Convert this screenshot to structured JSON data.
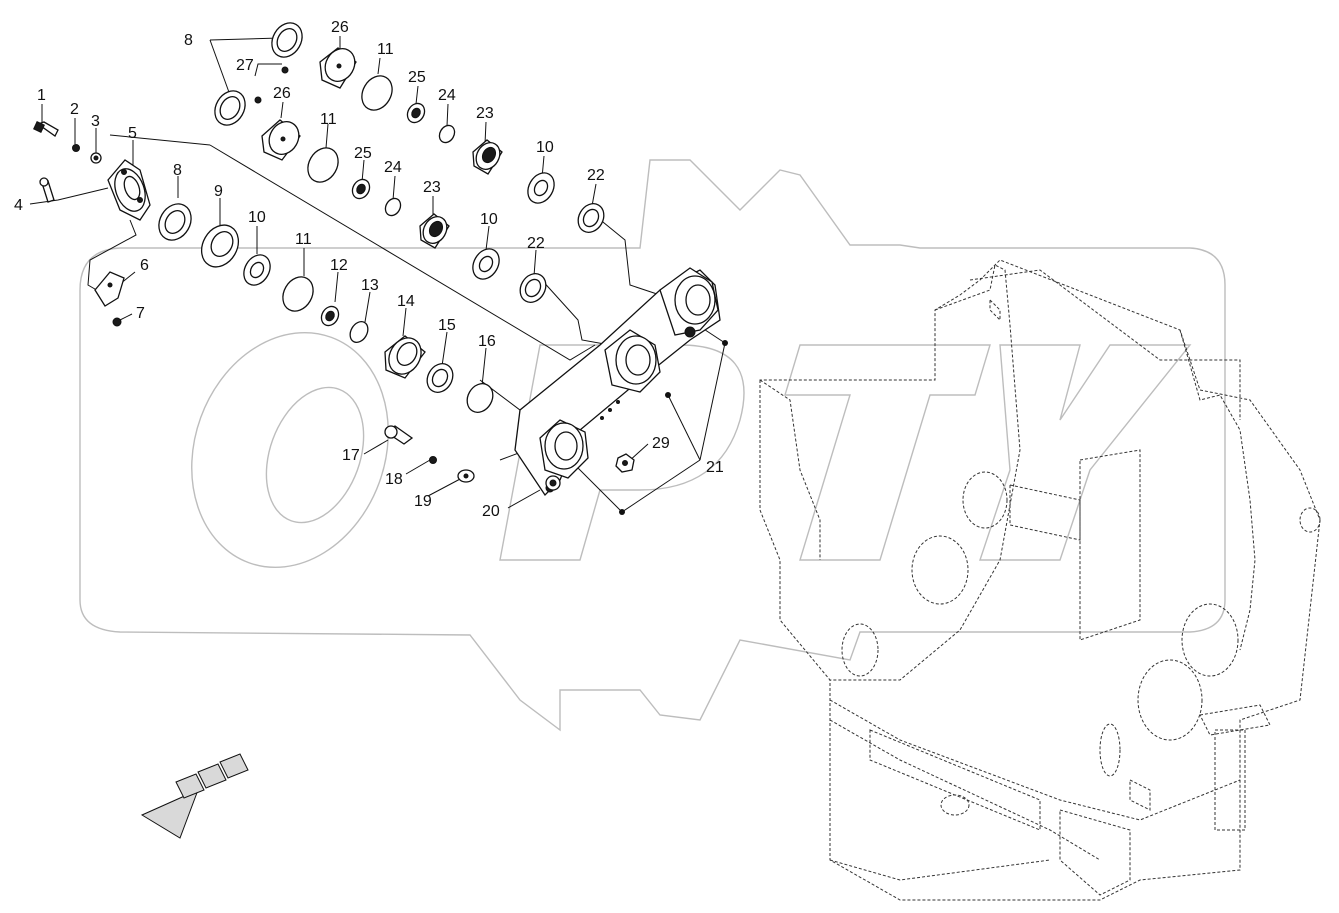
{
  "diagram": {
    "callouts": [
      "1",
      "2",
      "3",
      "4",
      "5",
      "6",
      "7",
      "8",
      "8",
      "9",
      "10",
      "10",
      "10",
      "11",
      "11",
      "11",
      "12",
      "13",
      "14",
      "15",
      "16",
      "17",
      "18",
      "19",
      "20",
      "21",
      "22",
      "22",
      "23",
      "23",
      "24",
      "24",
      "25",
      "25",
      "26",
      "26",
      "27",
      "29"
    ],
    "watermark": "OPTY"
  }
}
